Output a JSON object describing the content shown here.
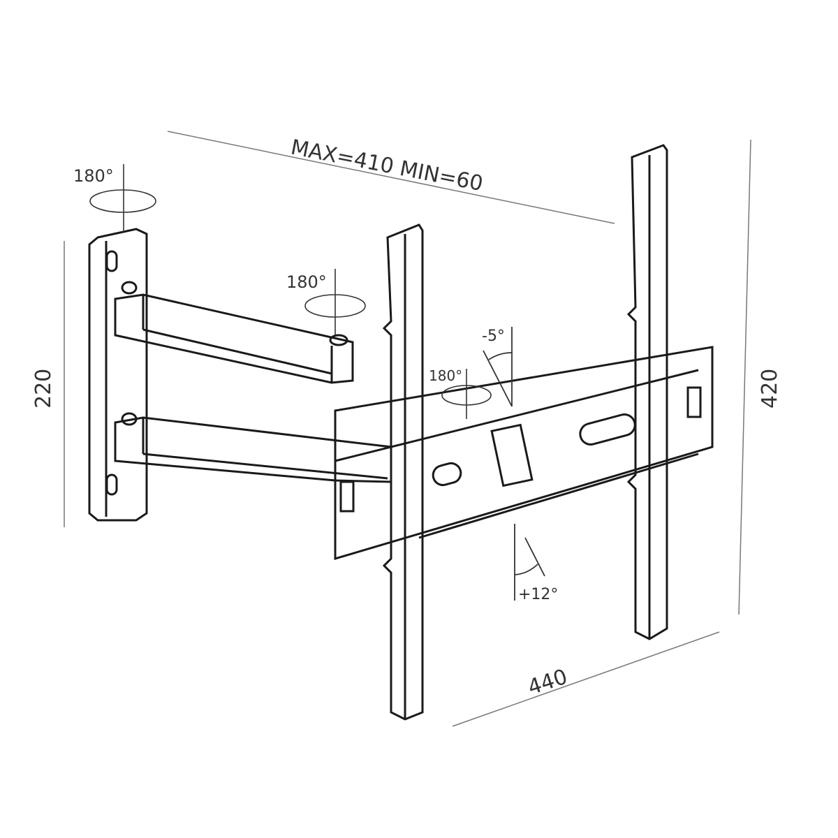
{
  "diagram": {
    "subject": "Full-motion TV wall mount bracket",
    "dimensions": {
      "arm_extension": "MAX=410  MIN=60",
      "wall_plate_height": "220",
      "tv_bracket_height": "420",
      "tv_bracket_width": "440"
    },
    "rotation_labels": {
      "wall_swivel": "180°",
      "arm_swivel": "180°",
      "head_swivel": "180°"
    },
    "tilt_labels": {
      "tilt_up": "-5°",
      "tilt_down": "+12°"
    },
    "colors": {
      "line": "#1a1a1a",
      "dimension_line": "#666666",
      "background": "#ffffff"
    }
  }
}
